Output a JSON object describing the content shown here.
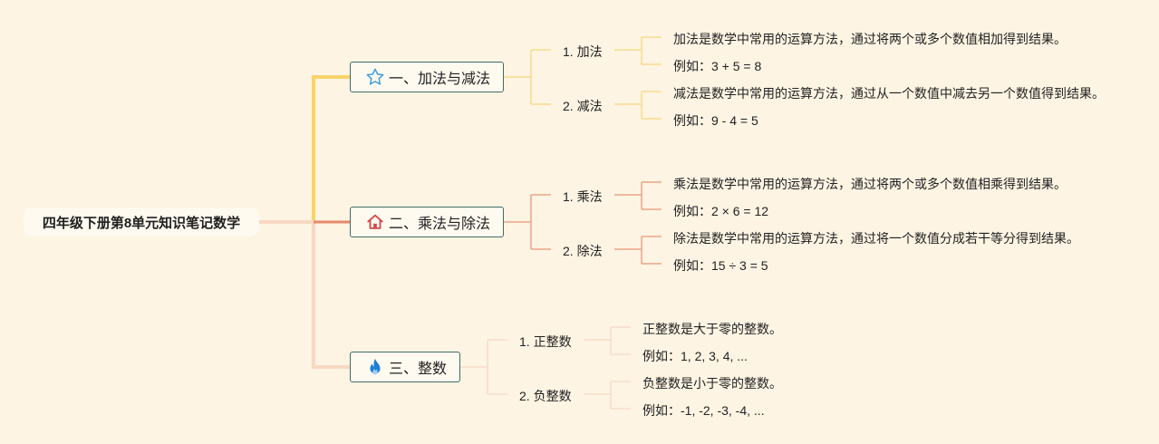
{
  "root": {
    "title": "四年级下册第8单元知识笔记数学"
  },
  "branches": [
    {
      "icon": "star-icon",
      "color": "#f7d36a",
      "label": "一、加法与减法",
      "children": [
        {
          "label": "1. 加法",
          "details": [
            "加法是数学中常用的运算方法，通过将两个或多个数值相加得到结果。",
            "例如：3 + 5 = 8"
          ]
        },
        {
          "label": "2. 减法",
          "details": [
            "减法是数学中常用的运算方法，通过从一个数值中减去另一个数值得到结果。",
            "例如：9 - 4 = 5"
          ]
        }
      ]
    },
    {
      "icon": "house-icon",
      "color": "#e8896b",
      "label": "二、乘法与除法",
      "children": [
        {
          "label": "1. 乘法",
          "details": [
            "乘法是数学中常用的运算方法，通过将两个或多个数值相乘得到结果。",
            "例如：2 × 6 = 12"
          ]
        },
        {
          "label": "2. 除法",
          "details": [
            "除法是数学中常用的运算方法，通过将一个数值分成若干等分得到结果。",
            "例如：15 ÷ 3 = 5"
          ]
        }
      ]
    },
    {
      "icon": "flame-icon",
      "color": "#f6d0bd",
      "label": "三、整数",
      "children": [
        {
          "label": "1. 正整数",
          "details": [
            "正整数是大于零的整数。",
            "例如：1, 2, 3, 4, ..."
          ]
        },
        {
          "label": "2. 负整数",
          "details": [
            "负整数是小于零的整数。",
            "例如：-1, -2, -3, -4, ..."
          ]
        }
      ]
    }
  ]
}
